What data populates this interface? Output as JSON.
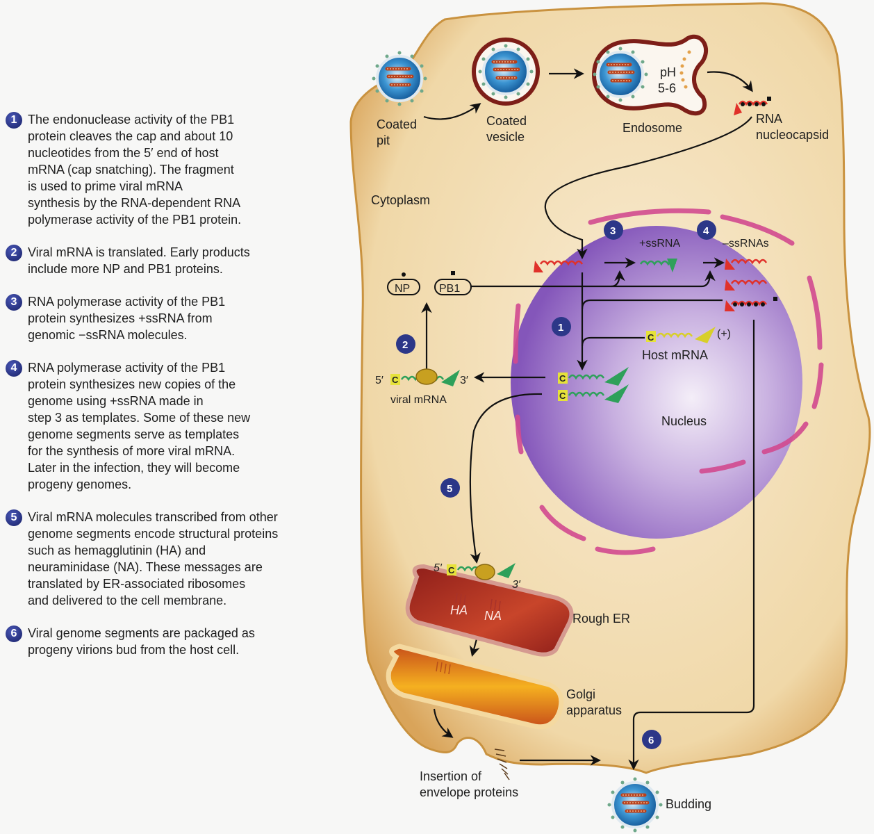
{
  "steps": [
    {
      "num": "1",
      "text": "The endonuclease activity of the PB1\nprotein cleaves the cap and about 10\nnucleotides from the 5′ end of host\nmRNA (cap snatching). The fragment\nis used to prime viral mRNA\nsynthesis by the RNA-dependent RNA\npolymerase activity of the PB1 protein."
    },
    {
      "num": "2",
      "text": "Viral mRNA is translated. Early products\ninclude more NP and PB1 proteins."
    },
    {
      "num": "3",
      "text": "RNA polymerase activity of the PB1\nprotein synthesizes +ssRNA from\ngenomic −ssRNA molecules."
    },
    {
      "num": "4",
      "text": "RNA polymerase activity of the PB1\nprotein synthesizes new copies of the\ngenome using +ssRNA made in\nstep 3 as templates. Some of these new\ngenome segments serve as templates\nfor the synthesis of more viral mRNA.\nLater in the infection, they will become\nprogeny genomes."
    },
    {
      "num": "5",
      "text": "Viral mRNA molecules transcribed from other\ngenome segments encode structural proteins\nsuch as hemagglutinin (HA) and\nneuraminidase (NA). These messages are\ntranslated by ER-associated ribosomes\nand delivered to the cell membrane."
    },
    {
      "num": "6",
      "text": "Viral genome segments are packaged as\nprogeny virions bud from the host cell."
    }
  ],
  "labels": {
    "coated_pit": [
      "Coated",
      "pit"
    ],
    "coated_vesicle": [
      "Coated",
      "vesicle"
    ],
    "endosome": "Endosome",
    "ph": [
      "pH",
      "5-6"
    ],
    "rna_nucleocapsid": [
      "RNA",
      "nucleocapsid"
    ],
    "cytoplasm": "Cytoplasm",
    "nucleus": "Nucleus",
    "plus_ssrna": "+ssRNA",
    "minus_ssrnas": "–ssRNAs",
    "np": "NP",
    "pb1": "PB1",
    "host_mrna": "Host mRNA",
    "plus_sign": "(+)",
    "viral_mrna": "viral mRNA",
    "five_prime": "5′",
    "three_prime": "3′",
    "cap": "C",
    "ha": "HA",
    "na": "NA",
    "rough_er": "Rough ER",
    "golgi": [
      "Golgi",
      "apparatus"
    ],
    "insertion": [
      "Insertion of",
      "envelope proteins"
    ],
    "budding": "Budding"
  },
  "diagram_badges": {
    "b1": "1",
    "b2": "2",
    "b3": "3",
    "b4": "4",
    "b5": "5",
    "b6": "6"
  },
  "colors": {
    "cytoplasm": "#f1dcae",
    "membrane": "#c98f3c",
    "nucleus": "#8a5cc0",
    "nuclear_envelope": "#d24a8f",
    "badge": "#2c3788",
    "minus_rna": "#e0312a",
    "plus_rna": "#2ea05a",
    "host_rna": "#d8cf2a",
    "rough_er": "#a8322a",
    "golgi": "#e88a1a",
    "endosome_wall": "#7d1e18"
  }
}
